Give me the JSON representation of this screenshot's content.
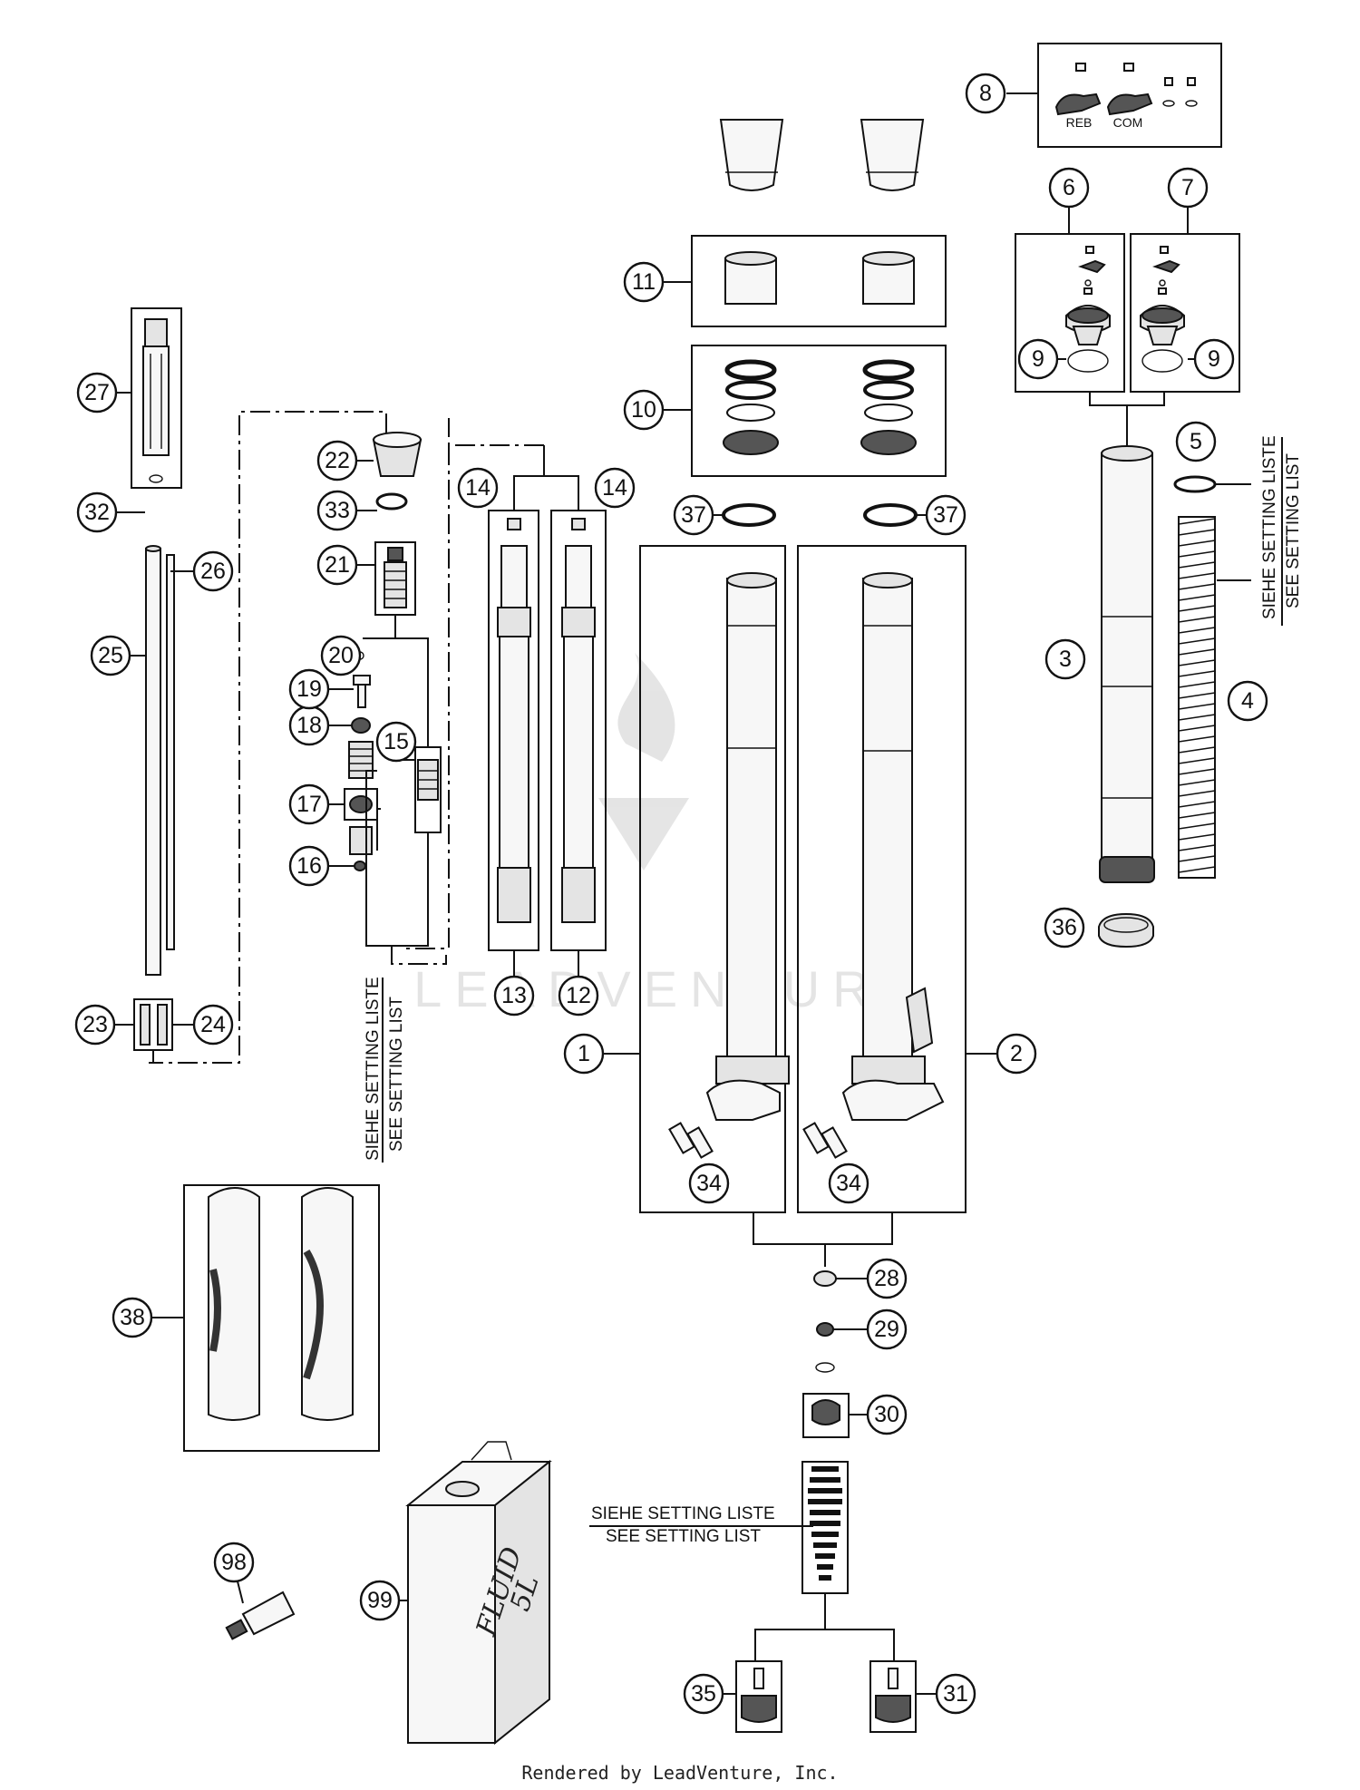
{
  "callouts": [
    {
      "id": "c1",
      "label": "1"
    },
    {
      "id": "c2",
      "label": "2"
    },
    {
      "id": "c3",
      "label": "3"
    },
    {
      "id": "c4",
      "label": "4"
    },
    {
      "id": "c5",
      "label": "5"
    },
    {
      "id": "c6",
      "label": "6"
    },
    {
      "id": "c7",
      "label": "7"
    },
    {
      "id": "c8",
      "label": "8"
    },
    {
      "id": "c9a",
      "label": "9"
    },
    {
      "id": "c9b",
      "label": "9"
    },
    {
      "id": "c10",
      "label": "10"
    },
    {
      "id": "c11",
      "label": "11"
    },
    {
      "id": "c12",
      "label": "12"
    },
    {
      "id": "c13",
      "label": "13"
    },
    {
      "id": "c14a",
      "label": "14"
    },
    {
      "id": "c14b",
      "label": "14"
    },
    {
      "id": "c15",
      "label": "15"
    },
    {
      "id": "c16",
      "label": "16"
    },
    {
      "id": "c17",
      "label": "17"
    },
    {
      "id": "c18",
      "label": "18"
    },
    {
      "id": "c19",
      "label": "19"
    },
    {
      "id": "c20",
      "label": "20"
    },
    {
      "id": "c21",
      "label": "21"
    },
    {
      "id": "c22",
      "label": "22"
    },
    {
      "id": "c23",
      "label": "23"
    },
    {
      "id": "c24",
      "label": "24"
    },
    {
      "id": "c25",
      "label": "25"
    },
    {
      "id": "c26",
      "label": "26"
    },
    {
      "id": "c27",
      "label": "27"
    },
    {
      "id": "c28",
      "label": "28"
    },
    {
      "id": "c29",
      "label": "29"
    },
    {
      "id": "c30",
      "label": "30"
    },
    {
      "id": "c31",
      "label": "31"
    },
    {
      "id": "c32",
      "label": "32"
    },
    {
      "id": "c33",
      "label": "33"
    },
    {
      "id": "c34a",
      "label": "34"
    },
    {
      "id": "c34b",
      "label": "34"
    },
    {
      "id": "c35",
      "label": "35"
    },
    {
      "id": "c36",
      "label": "36"
    },
    {
      "id": "c37a",
      "label": "37"
    },
    {
      "id": "c37b",
      "label": "37"
    },
    {
      "id": "c38",
      "label": "38"
    },
    {
      "id": "c98",
      "label": "98"
    },
    {
      "id": "c99",
      "label": "99"
    }
  ],
  "notes": {
    "setting_de": "SIEHE SETTING LISTE",
    "setting_en": "SEE SETTING LIST"
  },
  "kit_labels": {
    "reb": "REB",
    "com": "COM"
  },
  "fluid_label": {
    "line1": "FLUID",
    "line2": "5L"
  },
  "watermark": "LEADVENTURE",
  "footer": "Rendered by LeadVenture, Inc."
}
